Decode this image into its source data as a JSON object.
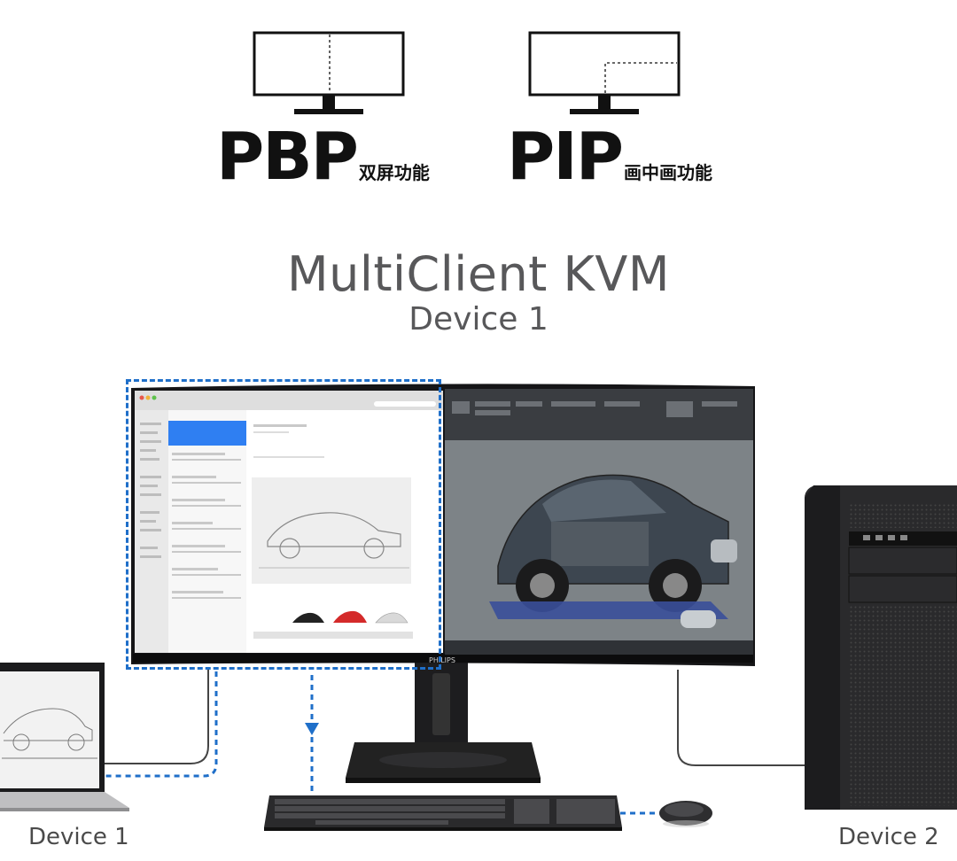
{
  "modes": [
    {
      "id": "pbp",
      "label": "PBP",
      "sublabel": "双屏功能"
    },
    {
      "id": "pip",
      "label": "PIP",
      "sublabel": "画中画功能"
    }
  ],
  "kvm": {
    "title": "MultiClient KVM",
    "subtitle": "Device 1"
  },
  "devices": {
    "left_label": "Device 1",
    "right_label": "Device 2"
  },
  "monitor": {
    "brand": "PHILIPS"
  },
  "colors": {
    "accent_blue": "#1f6fc9",
    "text_gray": "#58585a",
    "black": "#111111"
  }
}
